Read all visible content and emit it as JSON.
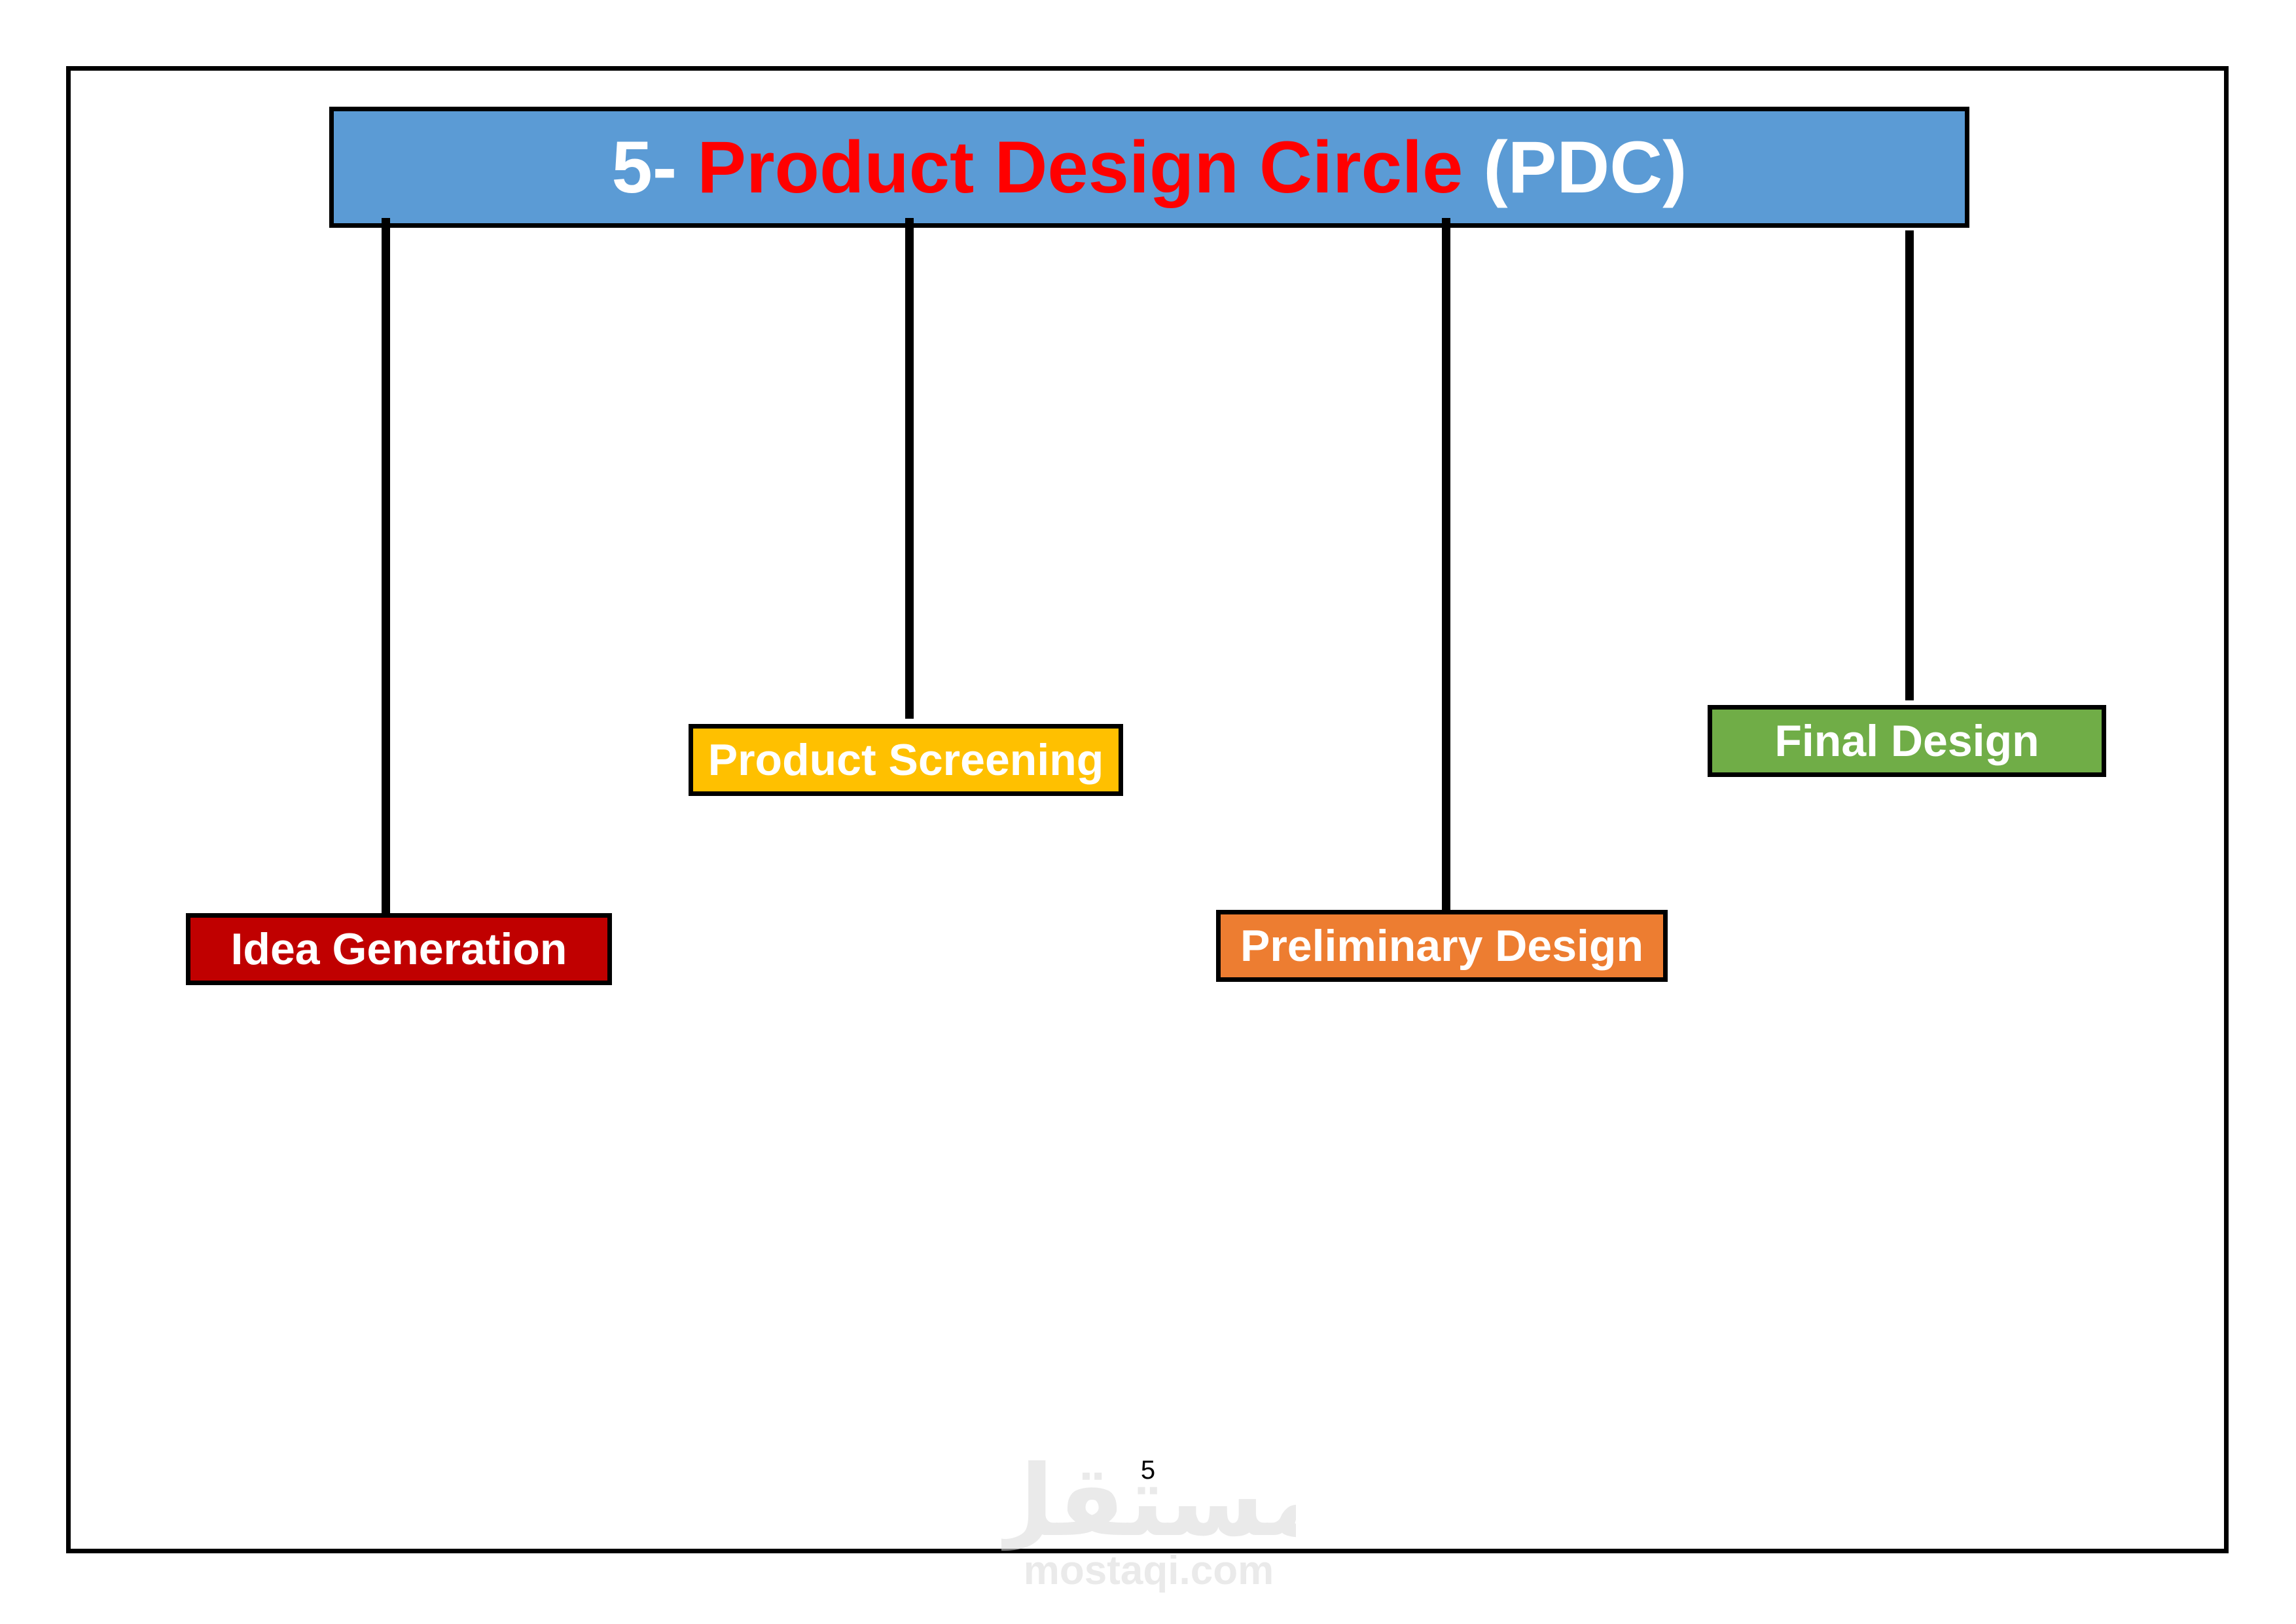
{
  "colors": {
    "title_bg": "#5b9bd5",
    "title_white": "#ffffff",
    "title_red": "#ff0000",
    "border": "#000000",
    "idea_generation": "#c00000",
    "product_screening": "#ffc000",
    "preliminary_design": "#ed7d31",
    "final_design": "#70ad47",
    "watermark": "#d9d9d9"
  },
  "title": {
    "prefix": "5- ",
    "main": "Product Design Circle",
    "suffix": " (PDC)"
  },
  "steps": [
    {
      "label": "Idea Generation",
      "color": "#c00000"
    },
    {
      "label": "Product Screening",
      "color": "#ffc000"
    },
    {
      "label": "Preliminary Design",
      "color": "#ed7d31"
    },
    {
      "label": "Final Design",
      "color": "#70ad47"
    }
  ],
  "page_number": "5",
  "watermark": {
    "arabic": "مستقل",
    "latin": "mostaqi.com"
  }
}
